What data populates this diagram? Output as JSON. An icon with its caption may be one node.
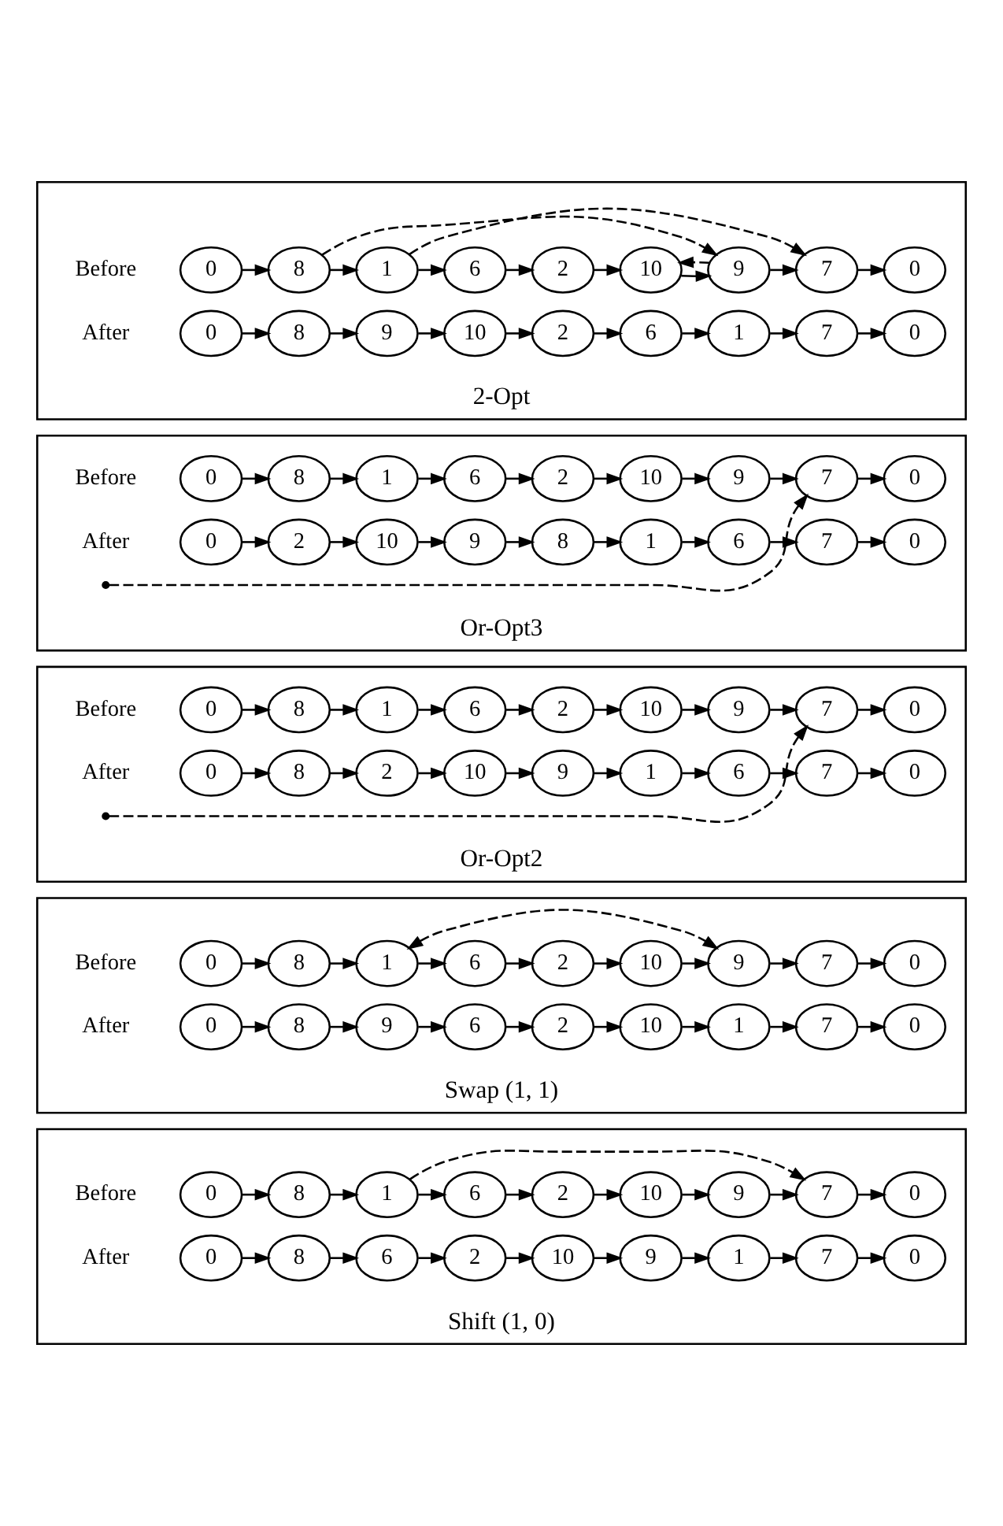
{
  "diagram": {
    "nodes": [
      {
        "text": [
          "Before",
          "After",
          "Shift (1, 0)"
        ]
      },
      {
        "text": [
          "0"
        ],
        "in": 0
      },
      {
        "text": [
          "8"
        ],
        "in": 0
      },
      {
        "text": [
          "1"
        ],
        "in": 0
      },
      {
        "text": [
          "6"
        ],
        "in": 0
      },
      {
        "text": [
          "2"
        ],
        "in": 0
      },
      {
        "text": [
          "10"
        ],
        "in": 0
      },
      {
        "text": [
          "9"
        ],
        "in": 0
      },
      {
        "text": [
          "7"
        ],
        "in": 0
      },
      {
        "text": [
          "0"
        ],
        "in": 0
      },
      {
        "text": [
          "0"
        ],
        "in": 0
      },
      {
        "text": [
          "8"
        ],
        "in": 0
      },
      {
        "text": [
          "6"
        ],
        "in": 0
      },
      {
        "text": [
          "2"
        ],
        "in": 0
      },
      {
        "text": [
          "10"
        ],
        "in": 0
      },
      {
        "text": [
          "9"
        ],
        "in": 0
      },
      {
        "text": [
          "1"
        ],
        "in": 0
      },
      {
        "text": [
          "7"
        ],
        "in": 0
      },
      {
        "text": [
          "0"
        ],
        "in": 0
      },
      {
        "text": [
          "Before",
          "After",
          "Swap (1, 1)"
        ]
      },
      {
        "text": [
          "0"
        ],
        "in": 19
      },
      {
        "text": [
          "8"
        ],
        "in": 19
      },
      {
        "text": [
          "1"
        ],
        "in": 19
      },
      {
        "text": [
          "6"
        ],
        "in": 19
      },
      {
        "text": [
          "2"
        ],
        "in": 19
      },
      {
        "text": [
          "10"
        ],
        "in": 19
      },
      {
        "text": [
          "9"
        ],
        "in": 19
      },
      {
        "text": [
          "7"
        ],
        "in": 19
      },
      {
        "text": [
          "0"
        ],
        "in": 19
      },
      {
        "text": [
          "0"
        ],
        "in": 19
      },
      {
        "text": [
          "8"
        ],
        "in": 19
      },
      {
        "text": [
          "9"
        ],
        "in": 19
      },
      {
        "text": [
          "6"
        ],
        "in": 19
      },
      {
        "text": [
          "2"
        ],
        "in": 19
      },
      {
        "text": [
          "10"
        ],
        "in": 19
      },
      {
        "text": [
          "1"
        ],
        "in": 19
      },
      {
        "text": [
          "7"
        ],
        "in": 19
      },
      {
        "text": [
          "0"
        ],
        "in": 19
      },
      {
        "text": [
          "Before",
          "After",
          "Or-Opt2"
        ]
      },
      {
        "text": [
          "0"
        ],
        "in": 38
      },
      {
        "text": [
          "8"
        ],
        "in": 38
      },
      {
        "text": [
          "1"
        ],
        "in": 38
      },
      {
        "text": [
          "6"
        ],
        "in": 38
      },
      {
        "text": [
          "2"
        ],
        "in": 38
      },
      {
        "text": [
          "10"
        ],
        "in": 38
      },
      {
        "text": [
          "9"
        ],
        "in": 38
      },
      {
        "text": [
          "7"
        ],
        "in": 38
      },
      {
        "text": [
          "0"
        ],
        "in": 38
      },
      {
        "text": [
          "0"
        ],
        "in": 38
      },
      {
        "text": [
          "8"
        ],
        "in": 38
      },
      {
        "text": [
          "2"
        ],
        "in": 38
      },
      {
        "text": [
          "10"
        ],
        "in": 38
      },
      {
        "text": [
          "9"
        ],
        "in": 38
      },
      {
        "text": [
          "1"
        ],
        "in": 38
      },
      {
        "text": [
          "6"
        ],
        "in": 38
      },
      {
        "text": [
          "7"
        ],
        "in": 38
      },
      {
        "text": [
          "0"
        ],
        "in": 38
      },
      {
        "text": [
          "Before",
          "After",
          "Or-Opt3"
        ]
      },
      {
        "text": [
          "0"
        ],
        "in": 57
      },
      {
        "text": [
          "8"
        ],
        "in": 57
      },
      {
        "text": [
          "1"
        ],
        "in": 57
      },
      {
        "text": [
          "6"
        ],
        "in": 57
      },
      {
        "text": [
          "2"
        ],
        "in": 57
      },
      {
        "text": [
          "10"
        ],
        "in": 57
      },
      {
        "text": [
          "9"
        ],
        "in": 57
      },
      {
        "text": [
          "7"
        ],
        "in": 57
      },
      {
        "text": [
          "0"
        ],
        "in": 57
      },
      {
        "text": [
          "0"
        ],
        "in": 57
      },
      {
        "text": [
          "2"
        ],
        "in": 57
      },
      {
        "text": [
          "10"
        ],
        "in": 57
      },
      {
        "text": [
          "9"
        ],
        "in": 57
      },
      {
        "text": [
          "8"
        ],
        "in": 57
      },
      {
        "text": [
          "1"
        ],
        "in": 57
      },
      {
        "text": [
          "6"
        ],
        "in": 57
      },
      {
        "text": [
          "7"
        ],
        "in": 57
      },
      {
        "text": [
          "0"
        ],
        "in": 57
      },
      {
        "text": [
          "Before",
          "After",
          "2-Opt"
        ]
      },
      {
        "text": [
          "0"
        ],
        "in": 76
      },
      {
        "text": [
          "8"
        ],
        "in": 76
      },
      {
        "text": [
          "1"
        ],
        "in": 76
      },
      {
        "text": [
          "6"
        ],
        "in": 76
      },
      {
        "text": [
          "2"
        ],
        "in": 76
      },
      {
        "text": [
          "10"
        ],
        "in": 76
      },
      {
        "text": [
          "9"
        ],
        "in": 76
      },
      {
        "text": [
          "7"
        ],
        "in": 76
      },
      {
        "text": [
          "0"
        ],
        "in": 76
      },
      {
        "text": [
          "0"
        ],
        "in": 76
      },
      {
        "text": [
          "8"
        ],
        "in": 76
      },
      {
        "text": [
          "9"
        ],
        "in": 76
      },
      {
        "text": [
          "10"
        ],
        "in": 76
      },
      {
        "text": [
          "2"
        ],
        "in": 76
      },
      {
        "text": [
          "6"
        ],
        "in": 76
      },
      {
        "text": [
          "1"
        ],
        "in": 76
      },
      {
        "text": [
          "7"
        ],
        "in": 76
      },
      {
        "text": [
          "0"
        ],
        "in": 76
      }
    ],
    "edges": [
      {
        "from": 1,
        "to": 2,
        "arrow": "to"
      },
      {
        "from": 2,
        "to": 3,
        "arrow": "to"
      },
      {
        "from": 3,
        "to": 4,
        "arrow": "to"
      },
      {
        "from": 4,
        "to": 5,
        "arrow": "to"
      },
      {
        "from": 5,
        "to": 6,
        "arrow": "to"
      },
      {
        "from": 6,
        "to": 7,
        "arrow": "to"
      },
      {
        "from": 7,
        "to": 8,
        "arrow": "to"
      },
      {
        "from": 8,
        "to": 9,
        "arrow": "to"
      },
      {
        "from": 10,
        "to": 11,
        "arrow": "to"
      },
      {
        "from": 11,
        "to": 12,
        "arrow": "to"
      },
      {
        "from": 12,
        "to": 13,
        "arrow": "to"
      },
      {
        "from": 13,
        "to": 14,
        "arrow": "to"
      },
      {
        "from": 14,
        "to": 15,
        "arrow": "to"
      },
      {
        "from": 15,
        "to": 16,
        "arrow": "to"
      },
      {
        "from": 16,
        "to": 17,
        "arrow": "to"
      },
      {
        "from": 17,
        "to": 18,
        "arrow": "to"
      },
      {
        "from": 3,
        "to": 8,
        "arrow": "to",
        "style": "dashed"
      },
      {
        "from": 20,
        "to": 21,
        "arrow": "to"
      },
      {
        "from": 21,
        "to": 22,
        "arrow": "to"
      },
      {
        "from": 22,
        "to": 23,
        "arrow": "to"
      },
      {
        "from": 23,
        "to": 24,
        "arrow": "to"
      },
      {
        "from": 24,
        "to": 25,
        "arrow": "to"
      },
      {
        "from": 25,
        "to": 26,
        "arrow": "to"
      },
      {
        "from": 26,
        "to": 27,
        "arrow": "to"
      },
      {
        "from": 27,
        "to": 28,
        "arrow": "to"
      },
      {
        "from": 29,
        "to": 30,
        "arrow": "to"
      },
      {
        "from": 30,
        "to": 31,
        "arrow": "to"
      },
      {
        "from": 31,
        "to": 32,
        "arrow": "to"
      },
      {
        "from": 32,
        "to": 33,
        "arrow": "to"
      },
      {
        "from": 33,
        "to": 34,
        "arrow": "to"
      },
      {
        "from": 34,
        "to": 35,
        "arrow": "to"
      },
      {
        "from": 35,
        "to": 36,
        "arrow": "to"
      },
      {
        "from": 36,
        "to": 37,
        "arrow": "to"
      },
      {
        "from": 22,
        "to": 26,
        "arrow": "both",
        "style": "dashed"
      },
      {
        "from": 39,
        "to": 40,
        "arrow": "to"
      },
      {
        "from": 40,
        "to": 41,
        "arrow": "to"
      },
      {
        "from": 41,
        "to": 42,
        "arrow": "to"
      },
      {
        "from": 42,
        "to": 43,
        "arrow": "to"
      },
      {
        "from": 43,
        "to": 44,
        "arrow": "to"
      },
      {
        "from": 44,
        "to": 45,
        "arrow": "to"
      },
      {
        "from": 45,
        "to": 46,
        "arrow": "to"
      },
      {
        "from": 46,
        "to": 47,
        "arrow": "to"
      },
      {
        "from": 48,
        "to": 49,
        "arrow": "to"
      },
      {
        "from": 49,
        "to": 50,
        "arrow": "to"
      },
      {
        "from": 50,
        "to": 51,
        "arrow": "to"
      },
      {
        "from": 51,
        "to": 52,
        "arrow": "to"
      },
      {
        "from": 52,
        "to": 53,
        "arrow": "to"
      },
      {
        "from": 53,
        "to": 54,
        "arrow": "to"
      },
      {
        "from": 54,
        "to": 55,
        "arrow": "to"
      },
      {
        "from": 55,
        "to": 56,
        "arrow": "to"
      },
      {
        "from": null,
        "to": 46,
        "arrow": "to",
        "style": "dashed"
      },
      {
        "from": 58,
        "to": 59,
        "arrow": "to"
      },
      {
        "from": 59,
        "to": 60,
        "arrow": "to"
      },
      {
        "from": 60,
        "to": 61,
        "arrow": "to"
      },
      {
        "from": 61,
        "to": 62,
        "arrow": "to"
      },
      {
        "from": 62,
        "to": 63,
        "arrow": "to"
      },
      {
        "from": 63,
        "to": 64,
        "arrow": "to"
      },
      {
        "from": 64,
        "to": 65,
        "arrow": "to"
      },
      {
        "from": 65,
        "to": 66,
        "arrow": "to"
      },
      {
        "from": 67,
        "to": 68,
        "arrow": "to"
      },
      {
        "from": 68,
        "to": 69,
        "arrow": "to"
      },
      {
        "from": 69,
        "to": 70,
        "arrow": "to"
      },
      {
        "from": 70,
        "to": 71,
        "arrow": "to"
      },
      {
        "from": 71,
        "to": 72,
        "arrow": "to"
      },
      {
        "from": 72,
        "to": 73,
        "arrow": "to"
      },
      {
        "from": 73,
        "to": 74,
        "arrow": "to"
      },
      {
        "from": 74,
        "to": 75,
        "arrow": "to"
      },
      {
        "from": null,
        "to": 65,
        "arrow": "to",
        "style": "dashed"
      },
      {
        "from": 77,
        "to": 78,
        "arrow": "to"
      },
      {
        "from": 78,
        "to": 79,
        "arrow": "to"
      },
      {
        "from": 79,
        "to": 80,
        "arrow": "to"
      },
      {
        "from": 80,
        "to": 81,
        "arrow": "to"
      },
      {
        "from": 81,
        "to": 82,
        "arrow": "to"
      },
      {
        "from": 82,
        "to": 83,
        "arrow": "to"
      },
      {
        "from": 83,
        "to": 84,
        "arrow": "to"
      },
      {
        "from": 84,
        "to": 85,
        "arrow": "to"
      },
      {
        "from": 86,
        "to": 87,
        "arrow": "to"
      },
      {
        "from": 87,
        "to": 88,
        "arrow": "to"
      },
      {
        "from": 88,
        "to": 89,
        "arrow": "to"
      },
      {
        "from": 89,
        "to": 90,
        "arrow": "to"
      },
      {
        "from": 90,
        "to": 91,
        "arrow": "to"
      },
      {
        "from": 91,
        "to": 92,
        "arrow": "to"
      },
      {
        "from": 92,
        "to": 93,
        "arrow": "to"
      },
      {
        "from": 93,
        "to": 94,
        "arrow": "to"
      },
      {
        "from": 79,
        "to": 84,
        "arrow": "to",
        "style": "dashed"
      },
      {
        "from": 78,
        "to": 83,
        "arrow": "to",
        "style": "dashed"
      },
      {
        "from": 83,
        "to": 82,
        "arrow": "to",
        "style": "dashed"
      }
    ]
  }
}
